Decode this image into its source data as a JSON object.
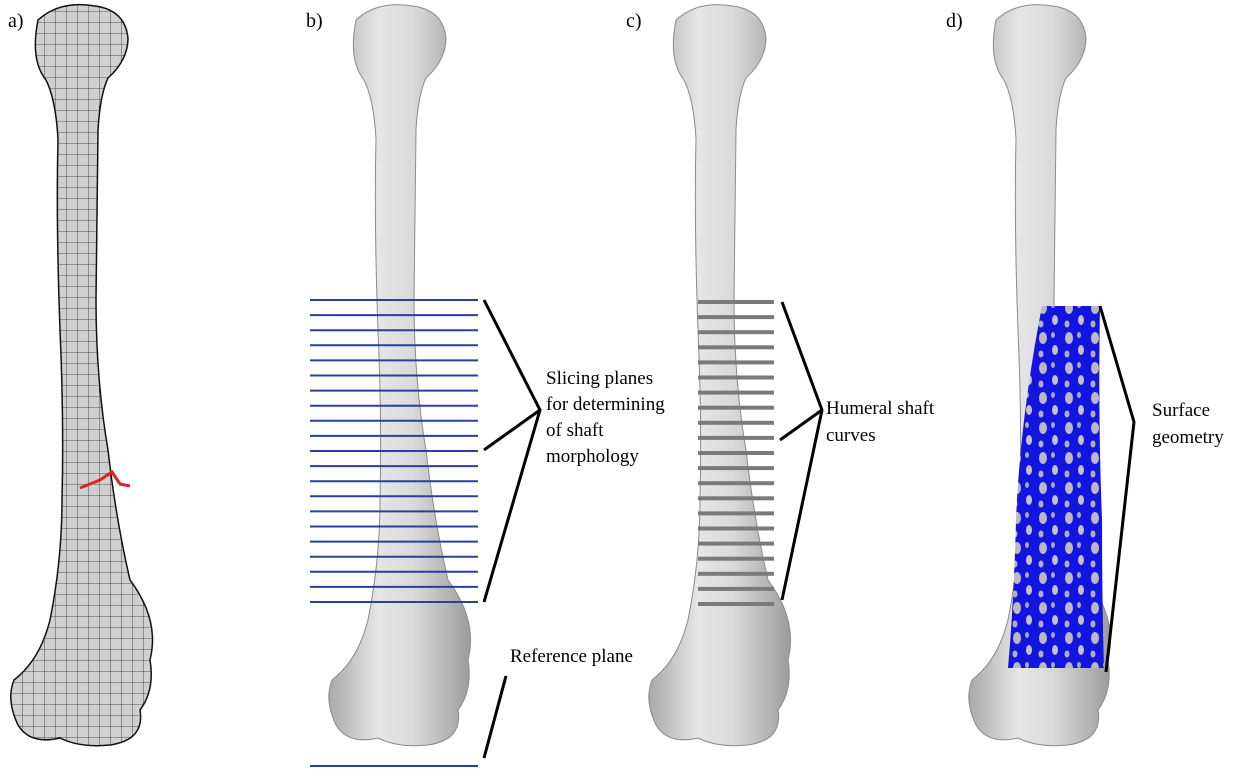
{
  "panels": [
    {
      "label": "a)"
    },
    {
      "label": "b)"
    },
    {
      "label": "c)"
    },
    {
      "label": "d)"
    }
  ],
  "annotations": {
    "slicing": [
      "Slicing planes",
      "for determining",
      "of shaft",
      "morphology"
    ],
    "reference": "Reference plane",
    "curves": [
      "Humeral shaft",
      "curves"
    ],
    "surface": [
      "Surface",
      "geometry"
    ]
  },
  "colors": {
    "bone": "#d6d6d6",
    "plane": "#2b3f9e",
    "surface": "#1a1ae6",
    "fracture": "#e0202a"
  }
}
